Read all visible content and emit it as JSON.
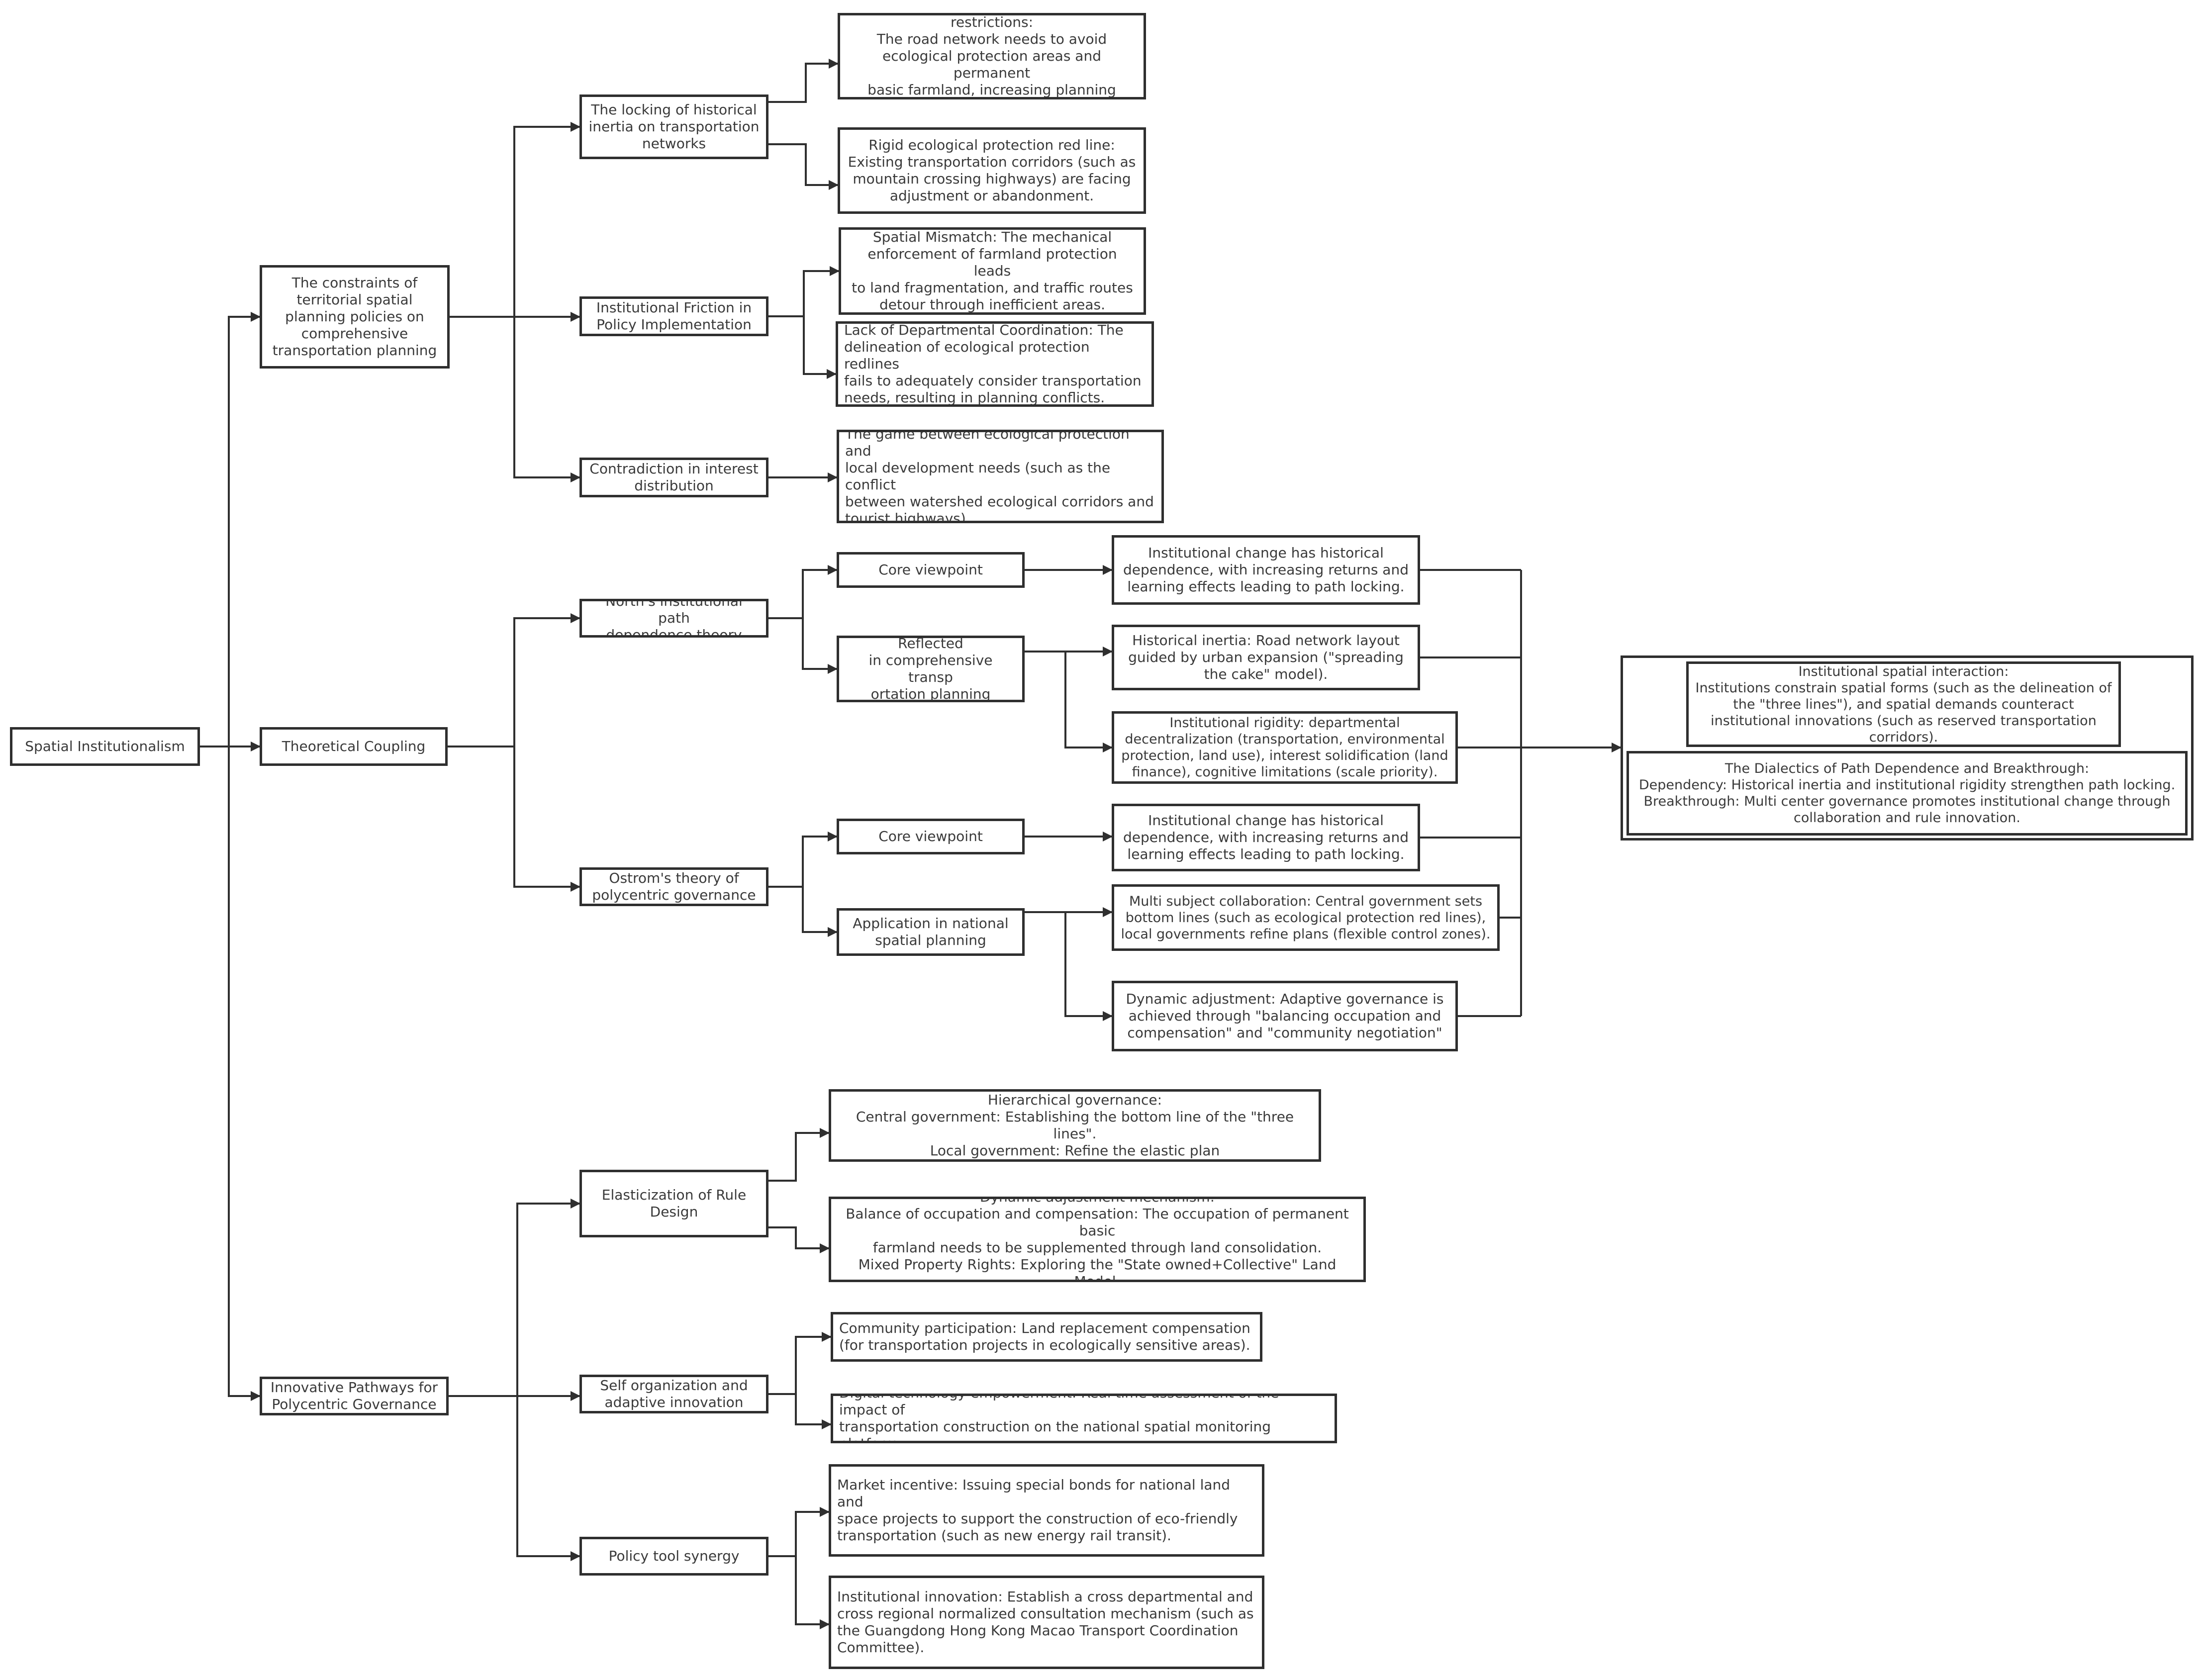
{
  "nodes": {
    "root": "Spatial Institutionalism",
    "c1": "The constraints of\nterritorial spatial\nplanning policies on\ncomprehensive\ntransportation planning",
    "c1_a": "The locking of historical\ninertia on transportation\nnetworks",
    "c1_a_1": "Urban development boundary restrictions:\nThe road network needs to avoid\necological protection areas and permanent\nbasic farmland, increasing planning costs.",
    "c1_a_2": "Rigid ecological protection red line:\nExisting transportation corridors (such as\nmountain crossing highways) are facing\nadjustment or abandonment.",
    "c1_b": "Institutional Friction in\nPolicy Implementation",
    "c1_b_1": "Spatial Mismatch: The mechanical\nenforcement of farmland protection leads\nto land fragmentation, and traffic routes\ndetour through inefficient areas.",
    "c1_b_2": "Lack of Departmental Coordination: The\ndelineation of ecological protection redlines\nfails to adequately consider transportation\nneeds, resulting in planning conflicts.",
    "c1_c": "Contradiction in interest\ndistribution",
    "c1_c_1": "The game between ecological protection and\nlocal development needs (such as the conflict\nbetween watershed ecological corridors and\ntourist highways)",
    "c2": "Theoretical Coupling",
    "c2_a": "North's institutional path\ndependence theory",
    "c2_a_core": "Core viewpoint",
    "c2_a_core_1": "Institutional change has historical\ndependence, with increasing returns and\nlearning effects leading to path locking.",
    "c2_a_ref": "Reflected\nin comprehensive transp\nortation planning",
    "c2_a_ref_1": "Historical inertia: Road network layout\nguided by urban expansion (\"spreading\nthe cake\" model).",
    "c2_a_ref_2": "Institutional rigidity: departmental\ndecentralization (transportation, environmental\nprotection, land use), interest solidification (land\nfinance), cognitive limitations (scale priority).",
    "c2_b": "Ostrom's theory of\npolycentric governance",
    "c2_b_core": "Core viewpoint",
    "c2_b_core_1": "Institutional change has historical\ndependence, with increasing returns and\nlearning effects leading to path locking.",
    "c2_b_app": "Application in national\nspatial planning",
    "c2_b_app_1": "Multi subject collaboration: Central government sets\nbottom lines (such as ecological protection red lines),\nlocal governments refine plans (flexible control zones).",
    "c2_b_app_2": "Dynamic adjustment: Adaptive governance is\nachieved through \"balancing occupation and\ncompensation\" and \"community negotiation\"",
    "sum_1": "Institutional spatial interaction:\nInstitutions constrain spatial forms (such as the delineation of\nthe \"three lines\"), and spatial demands counteract\ninstitutional innovations (such as reserved transportation\ncorridors).",
    "sum_2": "The Dialectics of Path Dependence and Breakthrough:\nDependency: Historical inertia and institutional rigidity strengthen path locking.\nBreakthrough: Multi center governance promotes institutional change through\ncollaboration and rule innovation.",
    "c3": "Innovative Pathways for\nPolycentric Governance",
    "c3_a": "Elasticization of Rule\nDesign",
    "c3_a_1": "Hierarchical governance:\nCentral government: Establishing the bottom line of the \"three lines\".\nLocal government: Refine the elastic plan",
    "c3_a_2": "Dynamic adjustment mechanism:\nBalance of occupation and compensation: The occupation of permanent basic\nfarmland needs to be supplemented through land consolidation.\nMixed Property Rights: Exploring the \"State owned+Collective\" Land Model.",
    "c3_b": "Self organization and\nadaptive innovation",
    "c3_b_1": "Community participation: Land replacement compensation\n(for transportation projects in ecologically sensitive areas).",
    "c3_b_2": "Digital technology empowerment: Real time assessment of the impact of\ntransportation construction on the national spatial monitoring platform.",
    "c3_c": "Policy tool synergy",
    "c3_c_1": "Market incentive: Issuing special bonds for national land and\nspace projects to support the construction of eco-friendly\ntransportation (such as new energy rail transit).",
    "c3_c_2": "Institutional innovation: Establish a cross departmental and\ncross regional normalized consultation mechanism (such as\nthe Guangdong Hong Kong Macao Transport Coordination\nCommittee)."
  },
  "colors": {
    "line": "#2f2f2f",
    "text": "#3a3a3a",
    "background": "#ffffff"
  }
}
